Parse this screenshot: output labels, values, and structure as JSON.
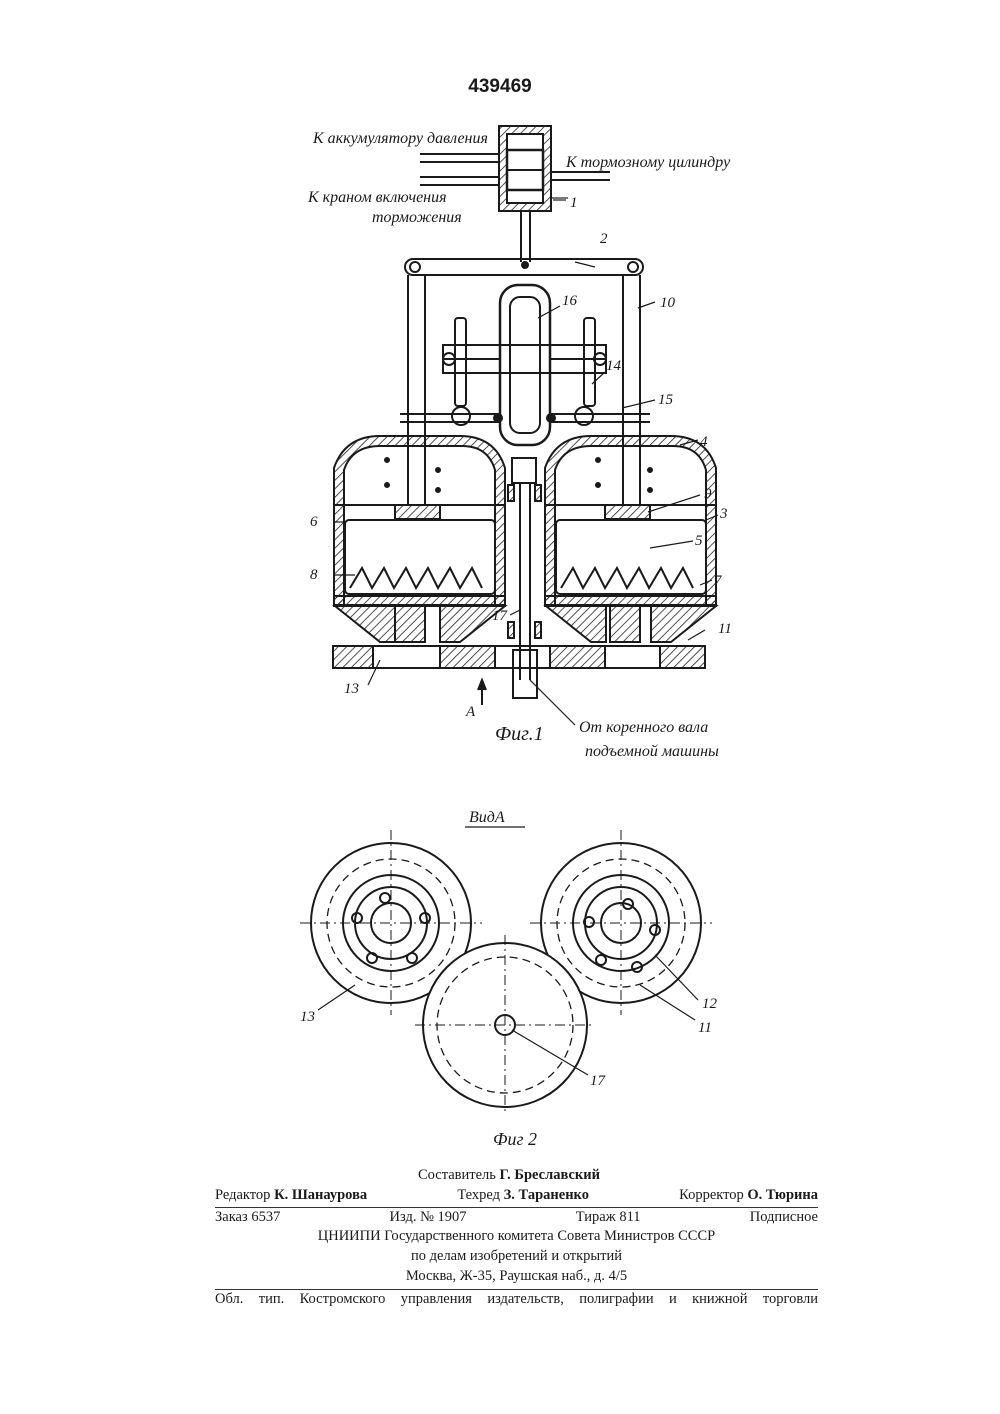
{
  "patent_number": "439469",
  "fig1": {
    "annotations": {
      "to_accumulator": "К аккумулятору давления",
      "to_brake_cylinder": "К тормозному цилиндру",
      "to_cranes_line1": "К краном включения",
      "to_cranes_line2": "торможения",
      "from_shaft_line1": "От коренного вала",
      "from_shaft_line2": "подъемной машины",
      "view_arrow": "А"
    },
    "caption": "Фиг.1",
    "part_numbers": [
      "1",
      "2",
      "3",
      "4",
      "5",
      "6",
      "7",
      "8",
      "9",
      "10",
      "11",
      "13",
      "14",
      "15",
      "16",
      "17"
    ]
  },
  "fig2": {
    "view_label": "ВидА",
    "caption": "Фиг 2",
    "part_numbers": [
      "13",
      "12",
      "11",
      "17"
    ]
  },
  "imprint": {
    "compiler_label": "Составитель",
    "compiler_name": "Г. Бреславский",
    "editor_label": "Редактор",
    "editor_name": "К. Шанаурова",
    "techred_label": "Техред",
    "techred_name": "З. Тараненко",
    "corrector_label": "Корректор",
    "corrector_name": "О. Тюрина",
    "order": "Заказ 6537",
    "edition": "Изд. № 1907",
    "circulation": "Тираж 811",
    "subscription": "Подписное",
    "org_line1": "ЦНИИПИ Государственного комитета Совета Министров СССР",
    "org_line2": "по делам изобретений и открытий",
    "org_line3": "Москва, Ж-35, Раушская наб., д. 4/5",
    "printer": "Обл. тип. Костромского управления издательств, полиграфии и книжной торговли"
  }
}
